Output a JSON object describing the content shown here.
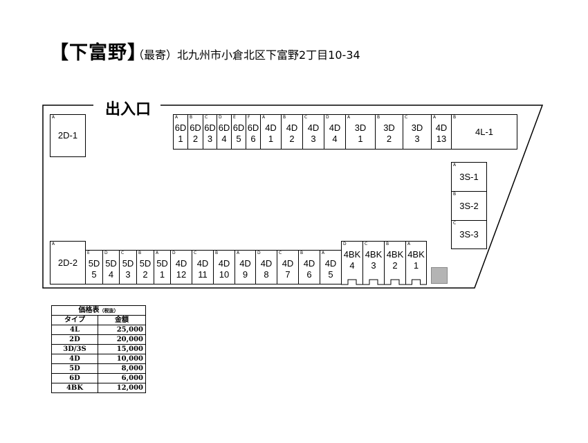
{
  "header": {
    "title": "【下富野】",
    "address": "（最寄）北九州市小倉北区下富野2丁目10-34"
  },
  "entrance_label": "出入口",
  "top_row": [
    {
      "letter": "A",
      "name": "6D\n1"
    },
    {
      "letter": "B",
      "name": "6D\n2"
    },
    {
      "letter": "C",
      "name": "6D\n3"
    },
    {
      "letter": "D",
      "name": "6D\n4"
    },
    {
      "letter": "E",
      "name": "6D\n5"
    },
    {
      "letter": "F",
      "name": "6D\n6"
    },
    {
      "letter": "A",
      "name": "4D\n1"
    },
    {
      "letter": "B",
      "name": "4D\n2"
    },
    {
      "letter": "C",
      "name": "4D\n3"
    },
    {
      "letter": "D",
      "name": "4D\n4"
    },
    {
      "letter": "A",
      "name": "3D\n1"
    },
    {
      "letter": "B",
      "name": "3D\n2"
    },
    {
      "letter": "C",
      "name": "3D\n3"
    },
    {
      "letter": "A",
      "name": "4D\n13"
    },
    {
      "letter": "B",
      "name": "4L-1"
    }
  ],
  "left_slots": [
    {
      "letter": "A",
      "name": "2D-1"
    },
    {
      "letter": "A",
      "name": "2D-2"
    }
  ],
  "right_slots": [
    {
      "letter": "A",
      "name": "3S-1"
    },
    {
      "letter": "B",
      "name": "3S-2"
    },
    {
      "letter": "C",
      "name": "3S-3"
    }
  ],
  "bottom_row": [
    {
      "letter": "E",
      "name": "5D\n5"
    },
    {
      "letter": "D",
      "name": "5D\n4"
    },
    {
      "letter": "C",
      "name": "5D\n3"
    },
    {
      "letter": "B",
      "name": "5D\n2"
    },
    {
      "letter": "A",
      "name": "5D\n1"
    },
    {
      "letter": "D",
      "name": "4D\n12"
    },
    {
      "letter": "C",
      "name": "4D\n11"
    },
    {
      "letter": "B",
      "name": "4D\n10"
    },
    {
      "letter": "A",
      "name": "4D\n9"
    },
    {
      "letter": "D",
      "name": "4D\n8"
    },
    {
      "letter": "C",
      "name": "4D\n7"
    },
    {
      "letter": "B",
      "name": "4D\n6"
    },
    {
      "letter": "A",
      "name": "4D\n5"
    }
  ],
  "bike_row": [
    {
      "letter": "D",
      "name": "4BK\n4"
    },
    {
      "letter": "C",
      "name": "4BK\n3"
    },
    {
      "letter": "B",
      "name": "4BK\n2"
    },
    {
      "letter": "A",
      "name": "4BK\n1"
    }
  ],
  "price_table": {
    "caption": "価格表",
    "caption_note": "（税抜）",
    "headers": [
      "タイプ",
      "金額"
    ],
    "rows": [
      [
        "4L",
        "25,000"
      ],
      [
        "2D",
        "20,000"
      ],
      [
        "3D/3S",
        "15,000"
      ],
      [
        "4D",
        "10,000"
      ],
      [
        "5D",
        "8,000"
      ],
      [
        "6D",
        "6,000"
      ],
      [
        "4BK",
        "12,000"
      ]
    ]
  }
}
